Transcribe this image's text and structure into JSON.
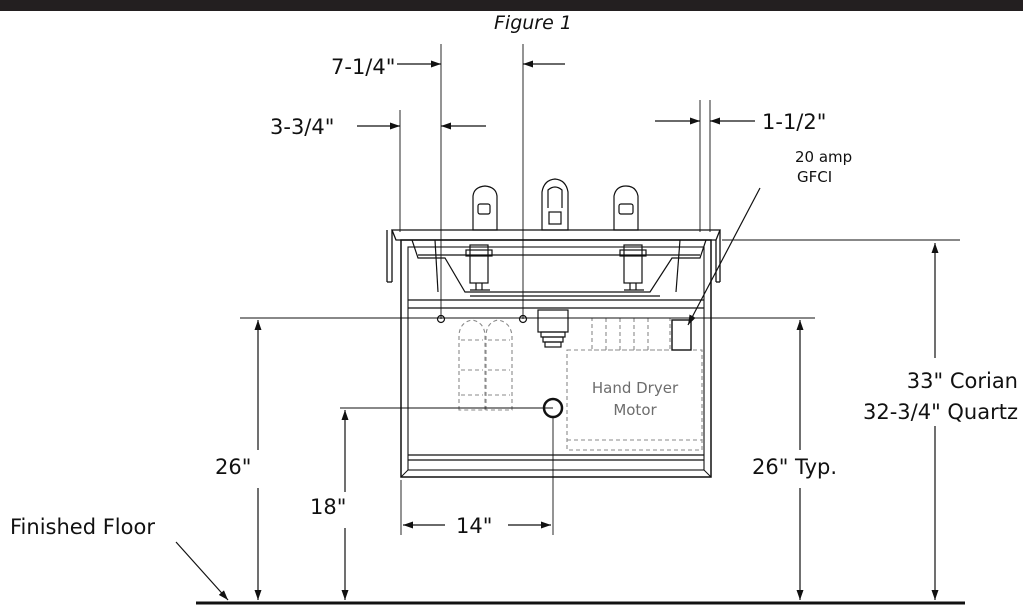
{
  "figure_title": "Figure 1",
  "dimensions": {
    "faucet_spacing": "7-1/4\"",
    "side_offset": "3-3/4\"",
    "right_offset": "1-1/2\"",
    "overall_height": "33\" Corian",
    "overall_height_alt": "32-3/4\" Quartz",
    "cabinet_height": "26\"",
    "cabinet_height_typ": "26\" Typ.",
    "drain_height": "18\"",
    "drain_offset": "14\""
  },
  "labels": {
    "finished_floor": "Finished Floor",
    "gfci_line1": "20 amp",
    "gfci_line2": "GFCI",
    "motor_line1": "Hand Dryer",
    "motor_line2": "Motor"
  },
  "colors": {
    "title_bar": "#231f20",
    "line": "#111111",
    "hidden_line": "#8a8a8a"
  }
}
